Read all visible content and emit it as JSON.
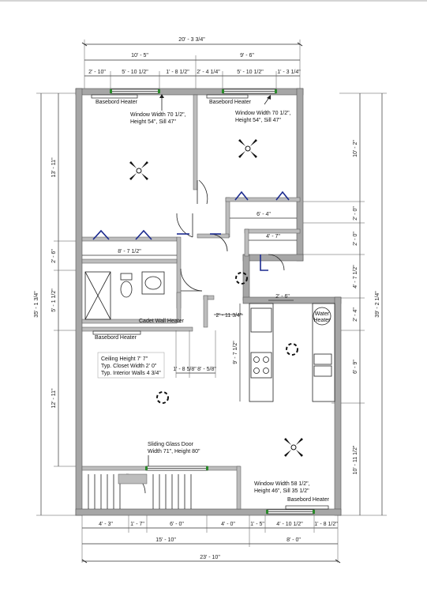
{
  "dimensions": {
    "top_total": "20' - 3 3/4\"",
    "top_left": "10' - 5\"",
    "top_right": "9' - 6\"",
    "top_seg1": "2' - 10\"",
    "top_seg2": "5' - 10 1/2\"",
    "top_seg3": "1' - 8 1/2\"",
    "top_seg4": "2' - 4 1/4\"",
    "top_seg5": "5' - 10 1/2\"",
    "top_seg6": "1' - 3 1/4\"",
    "left_total": "35' - 1 3/4\"",
    "left_seg1": "13' - 11\"",
    "left_seg2": "2' - 6\"",
    "left_seg3": "5' - 1 1/2\"",
    "left_seg4": "12' - 11\"",
    "right_total": "39' - 2 1/4\"",
    "right_seg1": "10' - 2\"",
    "right_seg2": "2' - 0\"",
    "right_seg3": "2' - 0\"",
    "right_seg4": "4' - 7 1/2\"",
    "right_seg5": "2' - 4\"",
    "right_seg6": "6' - 9\"",
    "right_seg7": "10' - 11 1/2\"",
    "closet_w1": "6' - 4\"",
    "closet_w2": "4' - 7\"",
    "closet_w3": "8' - 7 1/2\"",
    "kitchen_w": "2' - 6\"",
    "hall_w": "2' - 11 3/4\"",
    "kitchen_h": "9' - 7 1/2\"",
    "mid_seg1": "1' - 8 5/8\"",
    "mid_seg2": "8' - 5/8\"",
    "bot_seg1": "4' - 3\"",
    "bot_seg2": "1' - 7\"",
    "bot_seg3": "6' - 0\"",
    "bot_seg4": "4' - 0\"",
    "bot_seg5": "1' - 5\"",
    "bot_seg6": "4' - 10 1/2\"",
    "bot_seg7": "1' - 8 1/2\"",
    "bot_mid_left": "15' - 10\"",
    "bot_mid_right": "8' - 0\"",
    "bot_total": "23' - 10\""
  },
  "labels": {
    "baseboard_1": "Basebord Heater",
    "baseboard_2": "Basebord Heater",
    "baseboard_3": "Basebord Heater",
    "baseboard_4": "Basebord Heater",
    "window1_l1": "Window Width 70 1/2\",",
    "window1_l2": "Height 54\", Sill 47\"",
    "window2_l1": "Window Width 70 1/2\",",
    "window2_l2": "Height 54\", Sill 47\"",
    "cadet": "Cadet Wall Heater",
    "water_heater_l1": "Water",
    "water_heater_l2": "Heater",
    "note_l1": "Ceiling Height 7' 7\"",
    "note_l2": "Typ. Closet Width 2' 0\"",
    "note_l3": "Typ. Interior Walls 4 3/4\"",
    "sliding_l1": "Sliding Glass Door",
    "sliding_l2": "Width 71\", Height 80\"",
    "window3_l1": "Window Width 58 1/2\",",
    "window3_l2": "Height 46\", Sill 35 1/2\""
  }
}
